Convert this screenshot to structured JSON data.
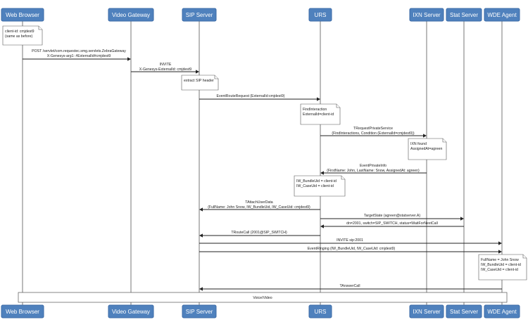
{
  "actors": [
    {
      "id": "wb",
      "label": "Web Browser"
    },
    {
      "id": "vg",
      "label": "Video Gateway"
    },
    {
      "id": "sip",
      "label": "SIP Server"
    },
    {
      "id": "urs",
      "label": "URS"
    },
    {
      "id": "ixn",
      "label": "IXN Server"
    },
    {
      "id": "stat",
      "label": "Stat Server"
    },
    {
      "id": "wde",
      "label": "WDE Agent"
    }
  ],
  "notes": [
    {
      "lines": [
        "client-id: cmjdest9",
        "(same as before)"
      ]
    },
    {
      "lines": [
        "extract SIP header"
      ]
    },
    {
      "lines": [
        "FindInteraction",
        "ExternalId=client-id"
      ]
    },
    {
      "lines": [
        "IXN found",
        "AssignedAt=agreen"
      ]
    },
    {
      "lines": [
        "IW_BundleUid = client-id",
        "IW_CaseUid = client-id"
      ]
    },
    {
      "lines": [
        "FullName = John Snow",
        "IW_BundleUid = client-id",
        "IW_CaseUid = client-id"
      ]
    }
  ],
  "messages": [
    {
      "lines": [
        "POST /servlet/com.requestec.smg.servlets.ZebraGateway",
        "X-Genesys-arg1: #ExternalId#cmjdest9"
      ]
    },
    {
      "lines": [
        "INVITE",
        "X-Genesys-ExternalId: cmjdest9"
      ]
    },
    {
      "lines": [
        "EventRouteRequest (ExternalId:cmjdest9)"
      ]
    },
    {
      "lines": [
        "TRequestPrivateService",
        "(FindInteractions, Condition (ExternalId=cmjdest9))"
      ]
    },
    {
      "lines": [
        "EventPrivateInfo",
        "(FirstName: John, LastName: Snow, AssignedAt: agreen)"
      ]
    },
    {
      "lines": [
        "TAttachUserData",
        "(FullName: John Snow, IW_BundleUid, IW_CaseUid: cmjdest9)"
      ]
    },
    {
      "lines": [
        "TargetState (agreen@statserver.A)"
      ]
    },
    {
      "lines": [
        "dn=2001, switch=SIP_SWITCH, status=WaitForNextCall"
      ]
    },
    {
      "lines": [
        "TRouteCall (2001@SIP_SWITCH)"
      ]
    },
    {
      "lines": [
        "INVITE sip:2001"
      ]
    },
    {
      "lines": [
        "EventRinging (IW_BundleUid, IW_CaseUid: cmjdest9)"
      ]
    },
    {
      "lines": [
        "TAnswerCall"
      ]
    }
  ],
  "span": {
    "label": "Voice/Video"
  }
}
